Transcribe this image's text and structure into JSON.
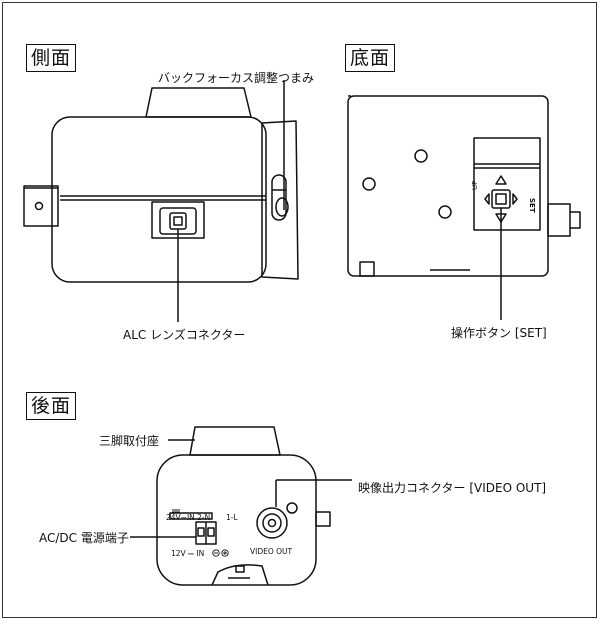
{
  "sections": {
    "side": "側面",
    "bottom": "底面",
    "rear": "後面"
  },
  "callouts": {
    "back_focus_knob": "バックフォーカス調整つまみ",
    "alc_connector": "ALC レンズコネクター",
    "set_button": "操作ボタン [SET]",
    "tripod_mount": "三脚取付座",
    "video_out_connector": "映像出力コネクター [VIDEO OUT]",
    "power_terminal": "AC/DC 電源端子"
  },
  "panel_marks": {
    "up": "UP",
    "set": "SET",
    "power_line1": "24V∼IN 2-N",
    "power_1l": "1-L",
    "power_line2": "12V ⎓ IN",
    "video_out": "VIDEO OUT"
  }
}
